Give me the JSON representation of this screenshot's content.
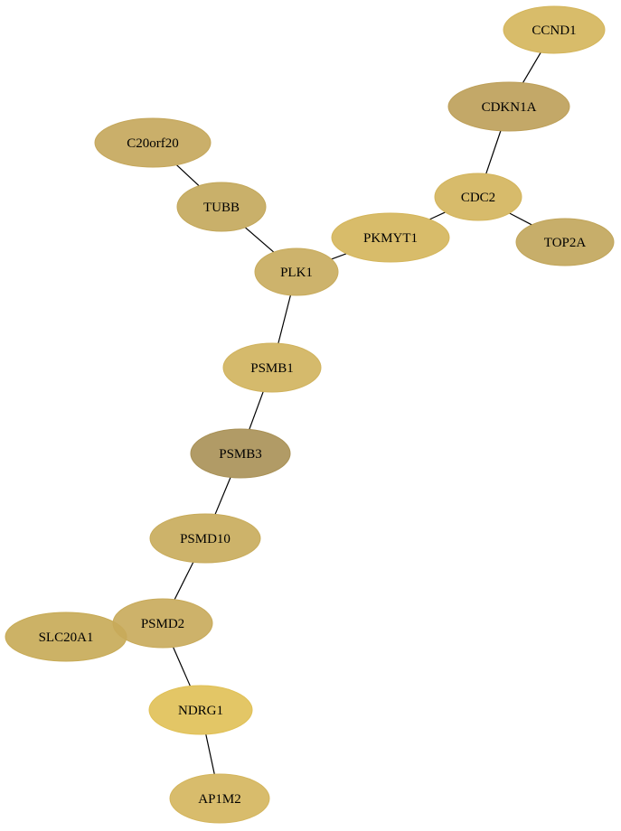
{
  "nodes": [
    {
      "id": "CCND1",
      "label": "CCND1",
      "color": "#d4b55a"
    },
    {
      "id": "CDKN1A",
      "label": "CDKN1A",
      "color": "#bd9f58"
    },
    {
      "id": "C20orf20",
      "label": "C20orf20",
      "color": "#c4a65a"
    },
    {
      "id": "CDC2",
      "label": "CDC2",
      "color": "#d3b45b"
    },
    {
      "id": "TUBB",
      "label": "TUBB",
      "color": "#c3a75a"
    },
    {
      "id": "TOP2A",
      "label": "TOP2A",
      "color": "#c1a55a"
    },
    {
      "id": "PKMYT1",
      "label": "PKMYT1",
      "color": "#d4b55a"
    },
    {
      "id": "PLK1",
      "label": "PLK1",
      "color": "#c8ab5c"
    },
    {
      "id": "PSMB1",
      "label": "PSMB1",
      "color": "#d0b25c"
    },
    {
      "id": "PSMB3",
      "label": "PSMB3",
      "color": "#a89055"
    },
    {
      "id": "PSMD10",
      "label": "PSMD10",
      "color": "#c8ab5a"
    },
    {
      "id": "SLC20A1",
      "label": "SLC20A1",
      "color": "#c7aa55"
    },
    {
      "id": "PSMD2",
      "label": "PSMD2",
      "color": "#c8aa5a"
    },
    {
      "id": "NDRG1",
      "label": "NDRG1",
      "color": "#e0c055"
    },
    {
      "id": "AP1M2",
      "label": "AP1M2",
      "color": "#d4b55c"
    }
  ],
  "edges": [
    [
      "CCND1",
      "CDKN1A"
    ],
    [
      "CDKN1A",
      "CDC2"
    ],
    [
      "CDC2",
      "PKMYT1"
    ],
    [
      "CDC2",
      "TOP2A"
    ],
    [
      "C20orf20",
      "TUBB"
    ],
    [
      "TUBB",
      "PLK1"
    ],
    [
      "PKMYT1",
      "PLK1"
    ],
    [
      "PLK1",
      "PSMB1"
    ],
    [
      "PSMB1",
      "PSMB3"
    ],
    [
      "PSMB3",
      "PSMD10"
    ],
    [
      "PSMD10",
      "PSMD2"
    ],
    [
      "PSMD2",
      "NDRG1"
    ],
    [
      "NDRG1",
      "AP1M2"
    ]
  ]
}
